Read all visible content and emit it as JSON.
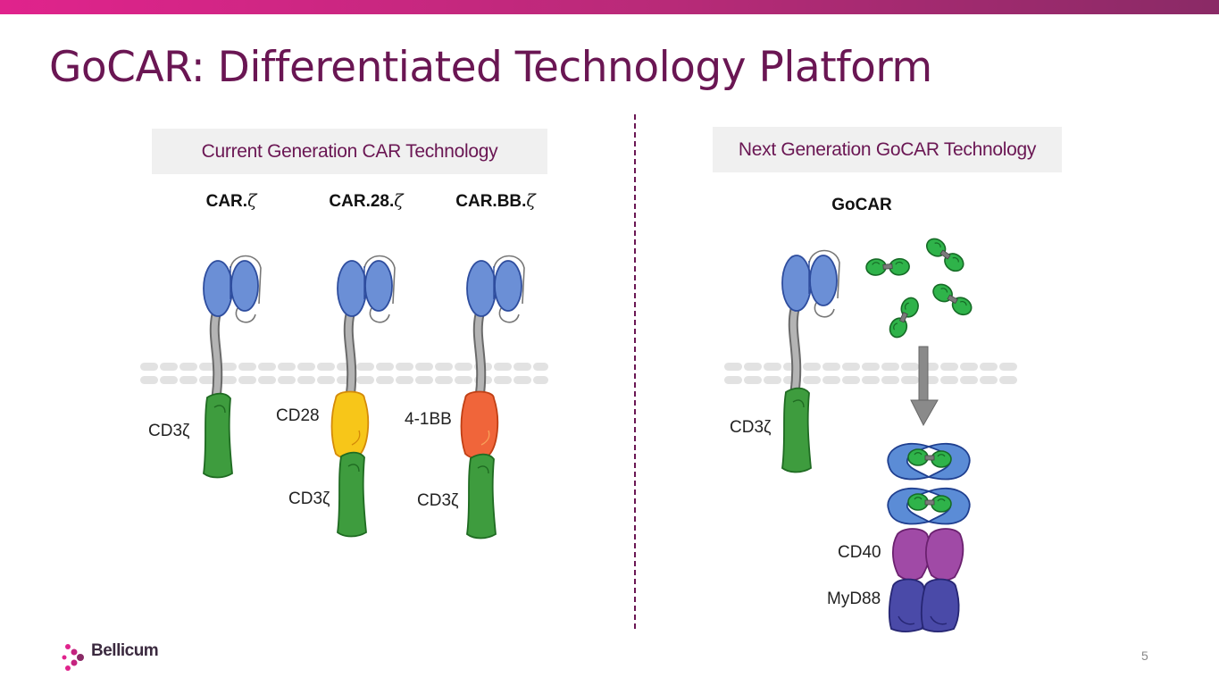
{
  "title": "GoCAR: Differentiated Technology Platform",
  "left_section": {
    "header": "Current Generation CAR Technology",
    "constructs": [
      {
        "prefix": "CAR.",
        "zeta": "ζ"
      },
      {
        "prefix": "CAR.28.",
        "zeta": "ζ"
      },
      {
        "prefix": "CAR.BB.",
        "zeta": "ζ"
      }
    ],
    "labels": {
      "cd3z_1": "CD3ζ",
      "cd28": "CD28",
      "cd3z_2": "CD3ζ",
      "bb41": "4-1BB",
      "cd3z_3": "CD3ζ"
    }
  },
  "right_section": {
    "header": "Next Generation GoCAR Technology",
    "construct": "GoCAR",
    "labels": {
      "cd3z": "CD3ζ",
      "cd40": "CD40",
      "myd88": "MyD88"
    }
  },
  "brand": {
    "name": "Bellicum"
  },
  "page_number": "5",
  "colors": {
    "title": "#6a1653",
    "scfv": "#6b8fd6",
    "cd3z": "#3e9c3e",
    "cd28": "#f7c619",
    "bb41": "#f0653a",
    "cd40": "#a04aa6",
    "myd88": "#4a4aa8",
    "dimerizer": "#2fb34a"
  }
}
